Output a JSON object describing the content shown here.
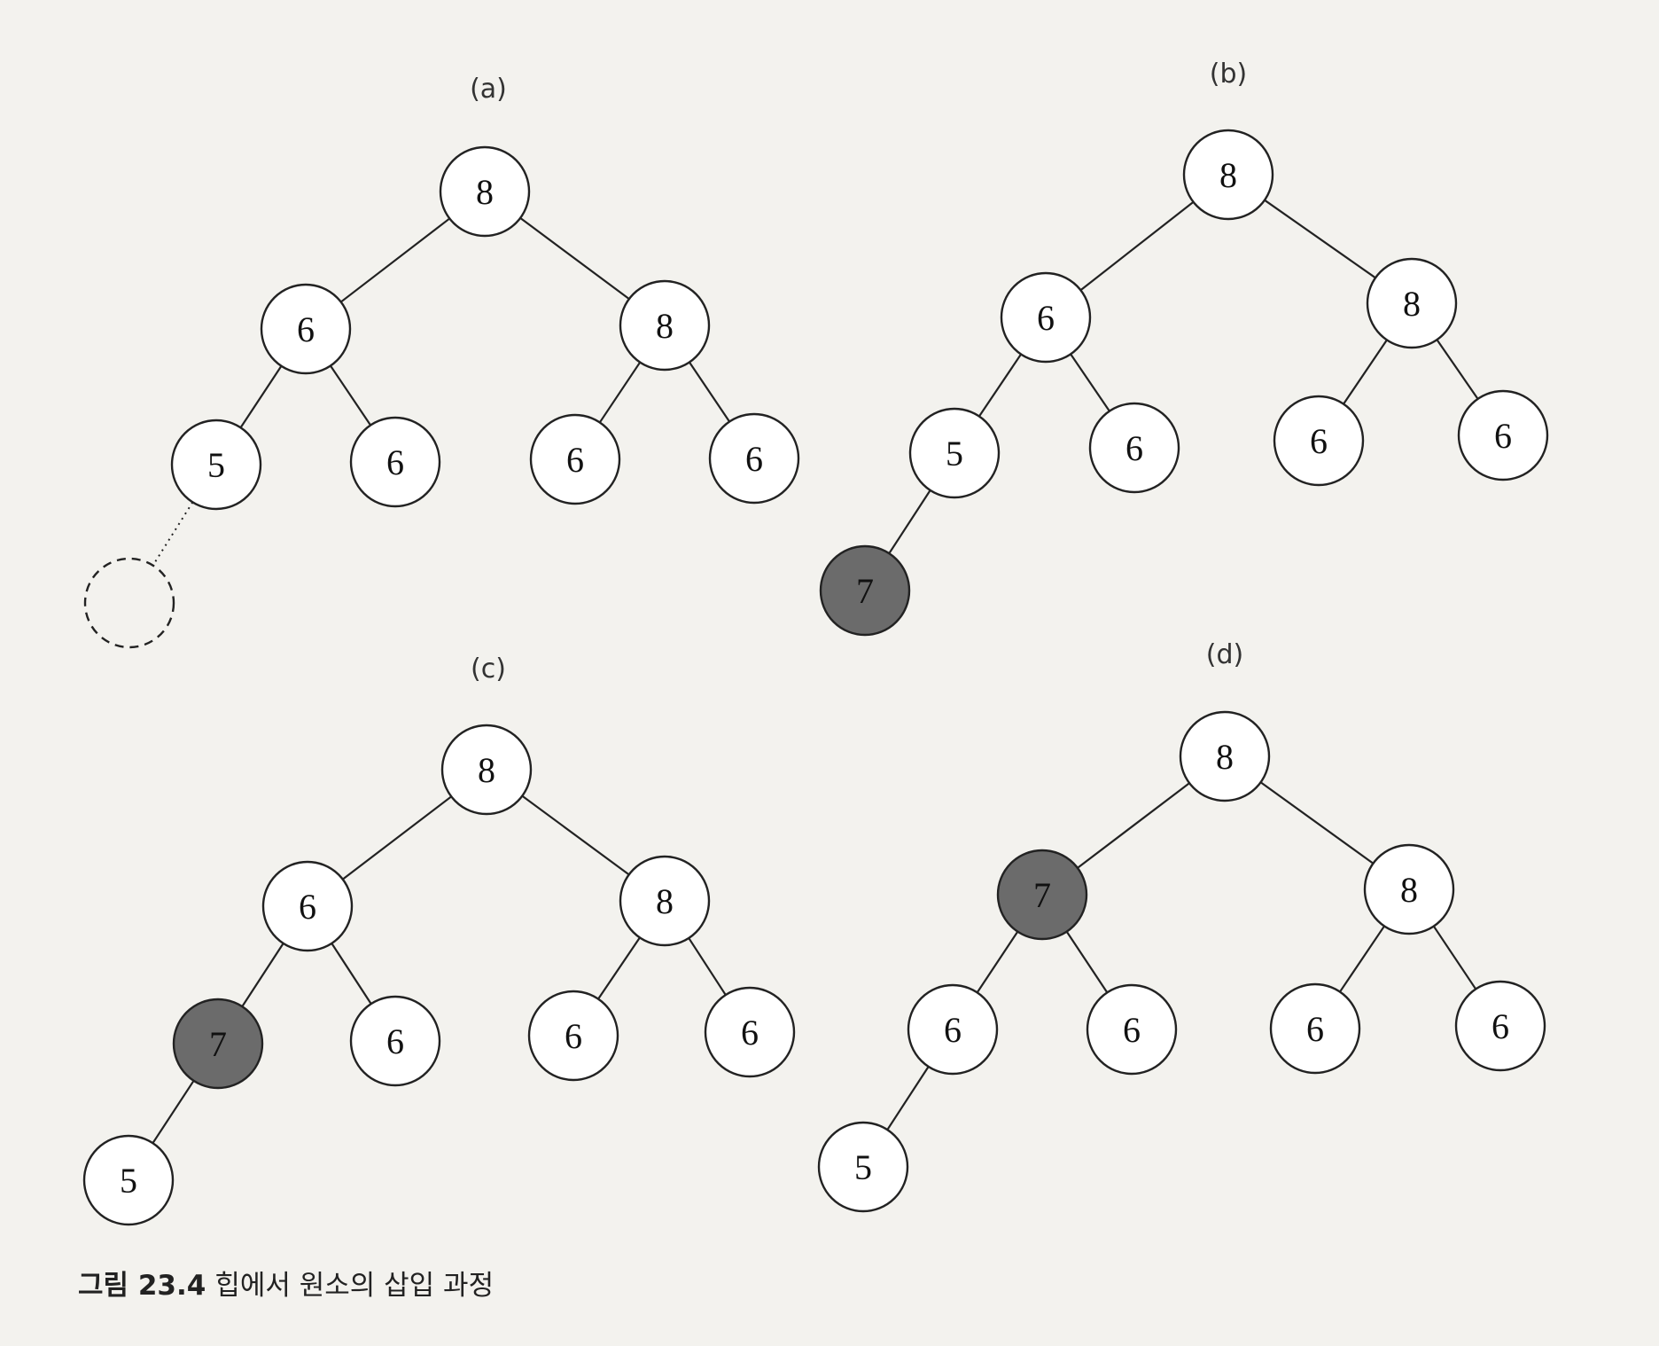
{
  "colors": {
    "node_fill": "#ffffff",
    "highlight_fill": "#6b6b6b",
    "edge": "#222222"
  },
  "caption": {
    "number": "그림 23.4",
    "text": "힙에서 원소의 삽입 과정"
  },
  "panels": [
    {
      "label": "(a)",
      "nodes": [
        {
          "id": "r",
          "value": "8"
        },
        {
          "id": "l",
          "value": "6",
          "parent": "r"
        },
        {
          "id": "rr",
          "value": "8",
          "parent": "r"
        },
        {
          "id": "ll",
          "value": "5",
          "parent": "l"
        },
        {
          "id": "lr",
          "value": "6",
          "parent": "l"
        },
        {
          "id": "rl",
          "value": "6",
          "parent": "rr"
        },
        {
          "id": "rrr",
          "value": "6",
          "parent": "rr"
        },
        {
          "id": "new",
          "value": "",
          "parent": "ll",
          "style": "empty"
        }
      ]
    },
    {
      "label": "(b)",
      "nodes": [
        {
          "id": "r",
          "value": "8"
        },
        {
          "id": "l",
          "value": "6",
          "parent": "r"
        },
        {
          "id": "rr",
          "value": "8",
          "parent": "r"
        },
        {
          "id": "ll",
          "value": "5",
          "parent": "l"
        },
        {
          "id": "lr",
          "value": "6",
          "parent": "l"
        },
        {
          "id": "rl",
          "value": "6",
          "parent": "rr"
        },
        {
          "id": "rrr",
          "value": "6",
          "parent": "rr"
        },
        {
          "id": "new",
          "value": "7",
          "parent": "ll",
          "style": "highlight"
        }
      ]
    },
    {
      "label": "(c)",
      "nodes": [
        {
          "id": "r",
          "value": "8"
        },
        {
          "id": "l",
          "value": "6",
          "parent": "r"
        },
        {
          "id": "rr",
          "value": "8",
          "parent": "r"
        },
        {
          "id": "ll",
          "value": "7",
          "parent": "l",
          "style": "highlight"
        },
        {
          "id": "lr",
          "value": "6",
          "parent": "l"
        },
        {
          "id": "rl",
          "value": "6",
          "parent": "rr"
        },
        {
          "id": "rrr",
          "value": "6",
          "parent": "rr"
        },
        {
          "id": "new",
          "value": "5",
          "parent": "ll"
        }
      ]
    },
    {
      "label": "(d)",
      "nodes": [
        {
          "id": "r",
          "value": "8"
        },
        {
          "id": "l",
          "value": "7",
          "parent": "r",
          "style": "highlight"
        },
        {
          "id": "rr",
          "value": "8",
          "parent": "r"
        },
        {
          "id": "ll",
          "value": "6",
          "parent": "l"
        },
        {
          "id": "lr",
          "value": "6",
          "parent": "l"
        },
        {
          "id": "rl",
          "value": "6",
          "parent": "rr"
        },
        {
          "id": "rrr",
          "value": "6",
          "parent": "rr"
        },
        {
          "id": "new",
          "value": "5",
          "parent": "ll"
        }
      ]
    }
  ]
}
